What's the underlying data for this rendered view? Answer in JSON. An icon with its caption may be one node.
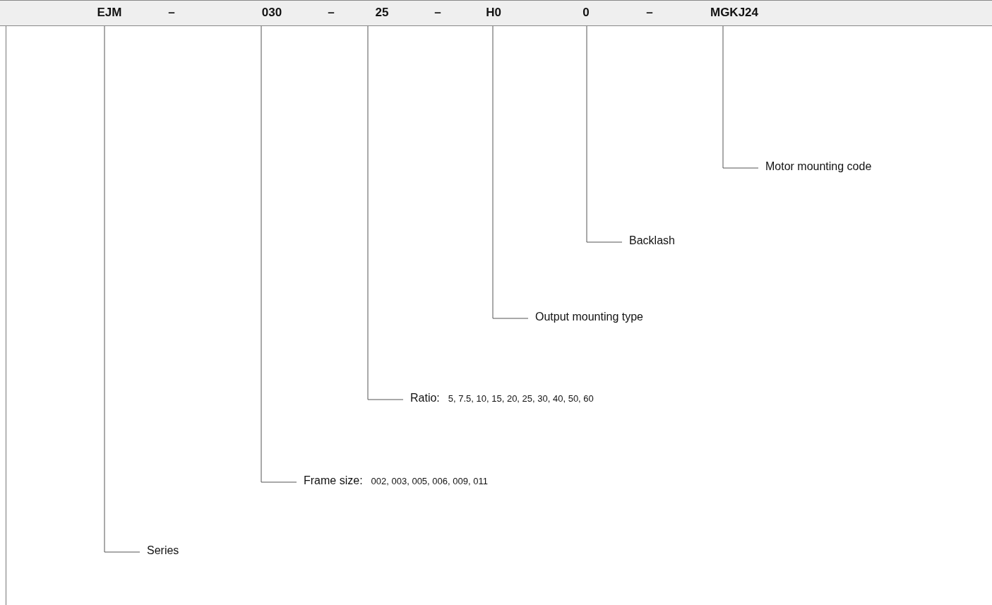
{
  "diagram": {
    "nodes": [
      {
        "text": [
          "EJM"
        ]
      },
      {
        "text": [
          "030"
        ]
      },
      {
        "text": [
          "25"
        ]
      },
      {
        "text": [
          "H0"
        ]
      },
      {
        "text": [
          "0"
        ]
      },
      {
        "text": [
          "MGKJ24"
        ]
      },
      {
        "text": [
          "Motor mounting code"
        ]
      },
      {
        "text": [
          "Backlash"
        ]
      },
      {
        "text": [
          "Output mounting type"
        ]
      },
      {
        "text": [
          "Ratio:",
          "5, 7.5, 10, 15, 20, 25, 30, 40, 50, 60"
        ]
      },
      {
        "text": [
          "Frame size:",
          "002, 003, 005, 006, 009, 011"
        ]
      },
      {
        "text": [
          "Series"
        ]
      }
    ],
    "edges": [
      {
        "from": 5,
        "to": 6,
        "arrow": "none"
      },
      {
        "from": 4,
        "to": 7,
        "arrow": "none"
      },
      {
        "from": 3,
        "to": 8,
        "arrow": "none"
      },
      {
        "from": 2,
        "to": 9,
        "arrow": "none"
      },
      {
        "from": 1,
        "to": 10,
        "arrow": "none"
      },
      {
        "from": 0,
        "to": 11,
        "arrow": "none"
      }
    ],
    "labels": [
      "–",
      "–",
      "–",
      "–"
    ]
  }
}
